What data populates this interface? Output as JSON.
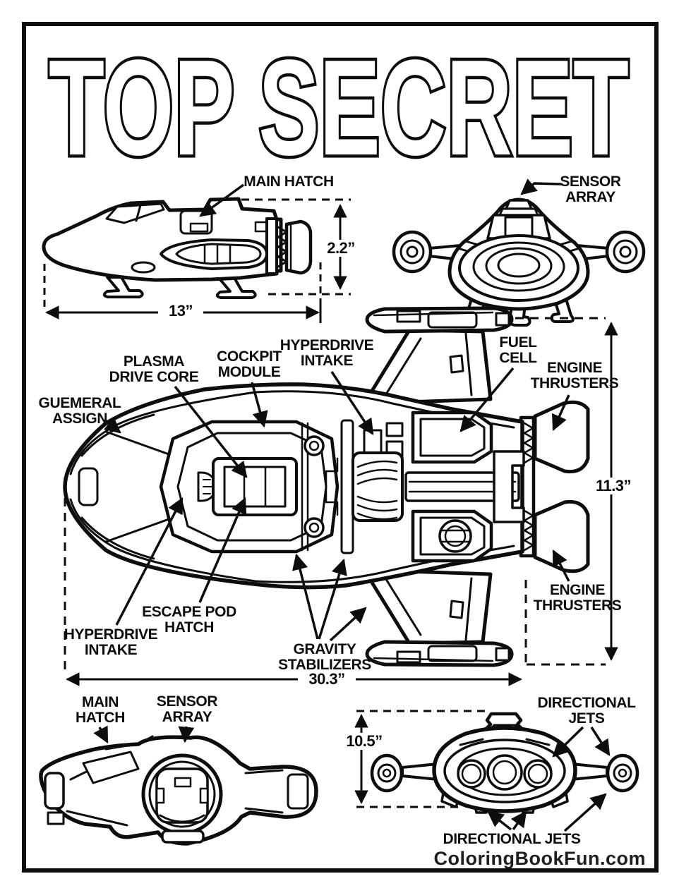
{
  "page": {
    "title": "TOP SECRET",
    "watermark": "ColoringBookFun.com"
  },
  "labels": {
    "main_hatch_side": "MAIN HATCH",
    "sensor_array_front": "SENSOR ARRAY",
    "guemeral_assign": "GUEMERAL ASSIGN",
    "plasma_drive_core": "PLASMA DRIVE CORE",
    "cockpit_module": "COCKPIT MODULE",
    "hyperdrive_intake_top": "HYPERDRIVE INTAKE",
    "fuel_cell": "FUEL CELL",
    "engine_thrusters_top": "ENGINE THRUSTERS",
    "hyperdrive_intake_left": "HYPERDRIVE INTAKE",
    "escape_pod_hatch": "ESCAPE POD HATCH",
    "gravity_stabilizers": "GRAVITY STABILIZERS",
    "engine_thrusters_bottom": "ENGINE THRUSTERS",
    "main_hatch_bottom": "MAIN HATCH",
    "sensor_array_bottom": "SENSOR ARRAY",
    "directional_jets_top": "DIRECTIONAL JETS",
    "directional_jets_bottom": "DIRECTIONAL JETS"
  },
  "dimensions": {
    "side_height": "2.2”",
    "side_length": "13”",
    "top_height": "11.3”",
    "top_length": "30.3”",
    "rear_height": "10.5”"
  },
  "colors": {
    "ink": "#0d0d0d",
    "paper": "#ffffff",
    "watermark": "#1f1f1f"
  }
}
